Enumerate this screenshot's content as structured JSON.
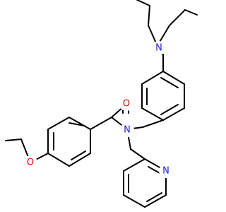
{
  "molecule": {
    "atom_labels": {
      "amine_n": "N",
      "carbonyl_o": "O",
      "amide_n": "N",
      "ether_o": "O",
      "pyridine_n": "N"
    },
    "colors": {
      "bond": "#000000",
      "nitrogen": "#1f1fe0",
      "oxygen": "#e00000",
      "background": "#ffffff"
    }
  }
}
